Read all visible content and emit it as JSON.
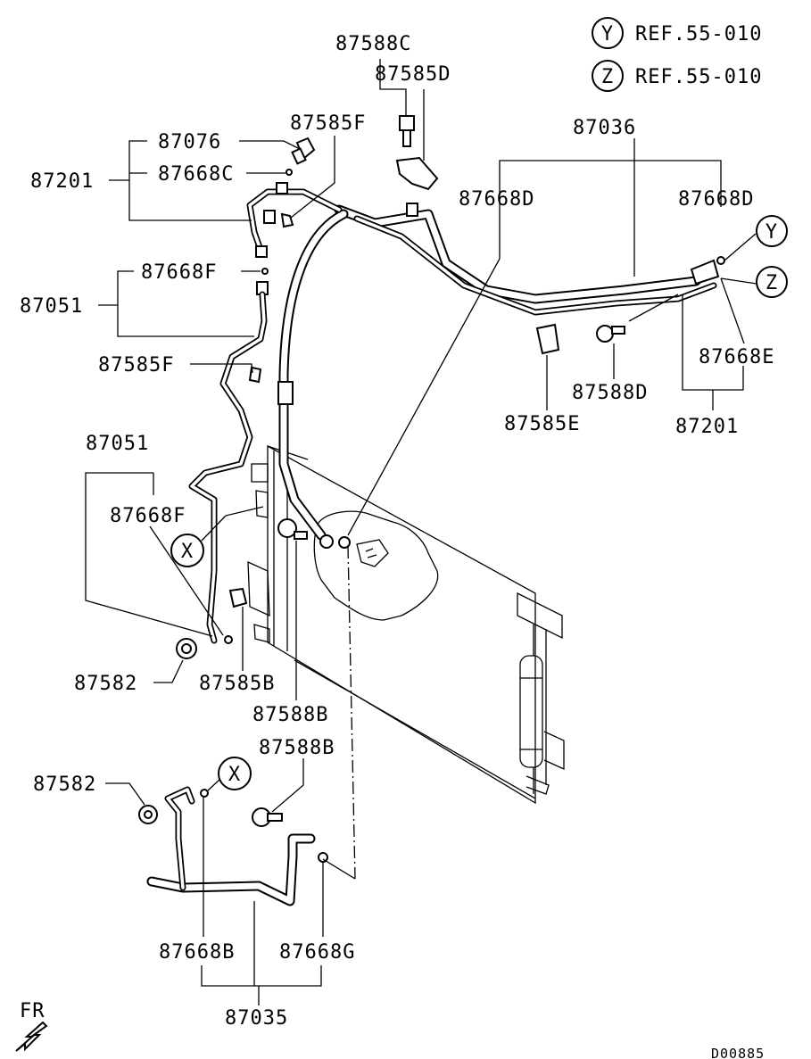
{
  "references": [
    {
      "letter": "Y",
      "text": "REF.55-010"
    },
    {
      "letter": "Z",
      "text": "REF.55-010"
    }
  ],
  "callout_letters": {
    "y": "Y",
    "z": "Z",
    "x_upper": "X",
    "x_lower": "X"
  },
  "parts": {
    "p87588C": "87588C",
    "p87585D": "87585D",
    "p87036": "87036",
    "p87585F_top": "87585F",
    "p87076": "87076",
    "p87668C": "87668C",
    "p87201_left": "87201",
    "p87668D_mid": "87668D",
    "p87668D_right": "87668D",
    "p87668F_top": "87668F",
    "p87051_top": "87051",
    "p87585F_mid": "87585F",
    "p87668E": "87668E",
    "p87588D": "87588D",
    "p87585E": "87585E",
    "p87201_right": "87201",
    "p87051_lower": "87051",
    "p87668F_lower": "87668F",
    "p87582_mid": "87582",
    "p87585B": "87585B",
    "p87588B_mid": "87588B",
    "p87588B_low": "87588B",
    "p87582_low": "87582",
    "p87668B": "87668B",
    "p87668G": "87668G",
    "p87035": "87035"
  },
  "orientation_label": "FR",
  "diagram_code": "D00885"
}
